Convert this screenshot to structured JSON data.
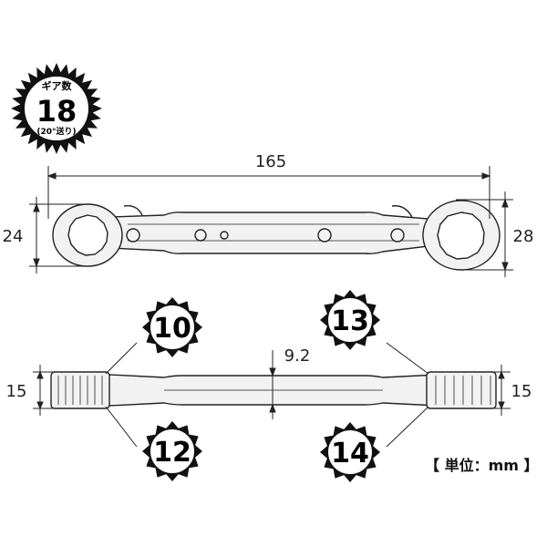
{
  "gear_badge": {
    "label": "ギア数",
    "count": "18",
    "note": "(20°送り)"
  },
  "dimensions": {
    "length": "165",
    "left_height": "24",
    "right_height": "28",
    "thickness_left": "15",
    "thickness_right": "15",
    "shaft_thickness": "9.2"
  },
  "sizes": {
    "top_left": "10",
    "top_right": "13",
    "bottom_left": "12",
    "bottom_right": "14"
  },
  "unit_note": "【 単位：mm 】",
  "colors": {
    "line": "#222222",
    "tool_fill": "#f2f2f2",
    "badge_fill": "#ffffff"
  }
}
